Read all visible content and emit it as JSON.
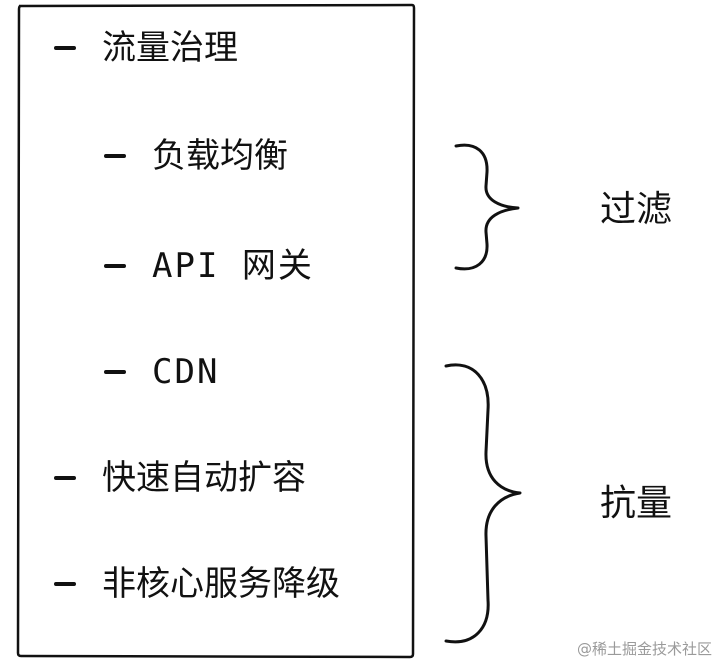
{
  "items": [
    {
      "text": "流量治理"
    },
    {
      "text": "负载均衡"
    },
    {
      "text": "API 网关"
    },
    {
      "text": "CDN"
    },
    {
      "text": "快速自动扩容"
    },
    {
      "text": "非核心服务降级"
    }
  ],
  "groups": [
    {
      "label": "过滤"
    },
    {
      "label": "抗量"
    }
  ],
  "watermark": "@稀土掘金技术社区"
}
